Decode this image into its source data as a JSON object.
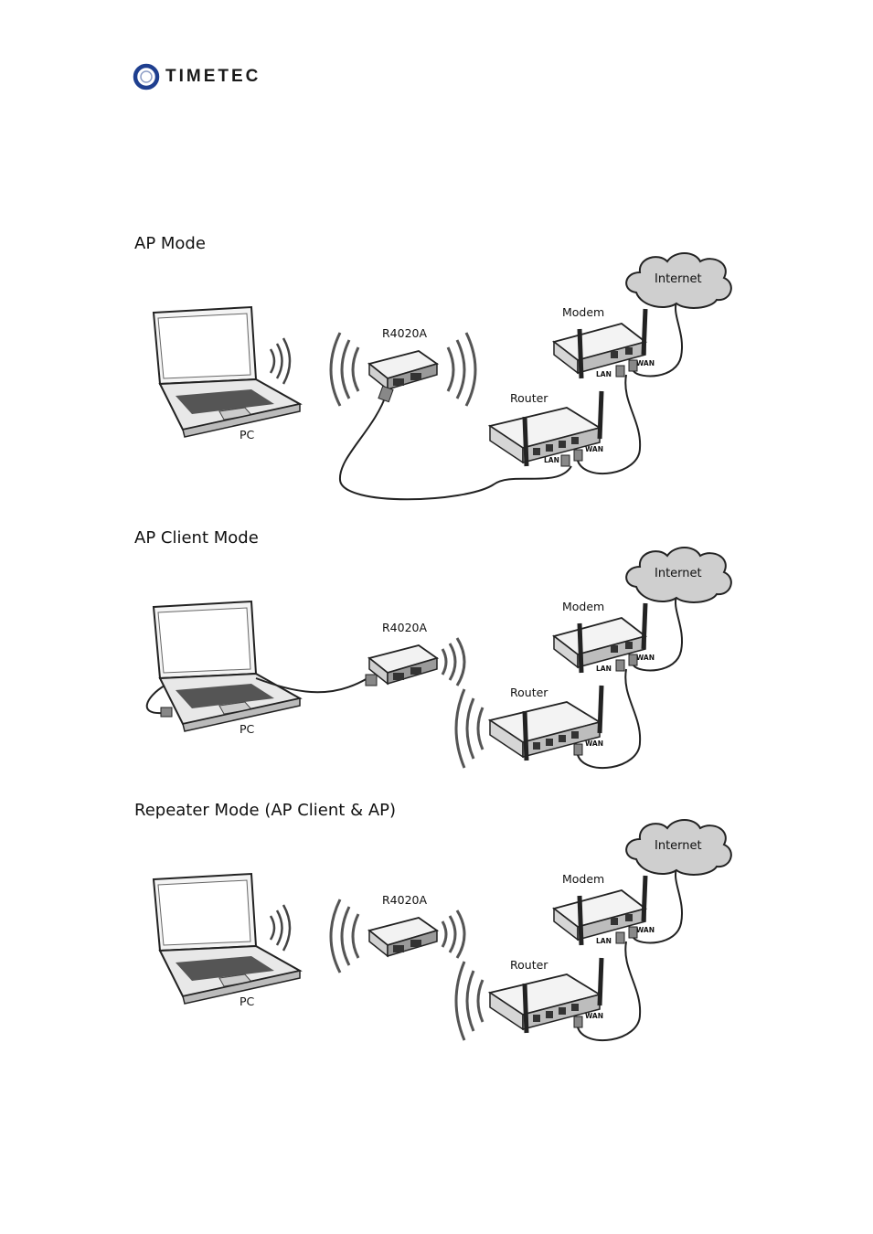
{
  "brand": {
    "name": "TIMETEC",
    "logo_icon": "ring-logo-icon",
    "color": "#1f3f8f"
  },
  "sections": [
    {
      "title": "AP Mode",
      "labels": {
        "pc": "PC",
        "device": "R4020A",
        "router": "Router",
        "modem": "Modem",
        "internet": "Internet",
        "router_lan": "LAN",
        "router_wan": "WAN",
        "modem_lan": "LAN",
        "modem_wan": "WAN"
      }
    },
    {
      "title": "AP Client Mode",
      "labels": {
        "pc": "PC",
        "device": "R4020A",
        "router": "Router",
        "modem": "Modem",
        "internet": "Internet",
        "router_wan": "WAN",
        "modem_lan": "LAN",
        "modem_wan": "WAN"
      }
    },
    {
      "title": "Repeater Mode (AP Client & AP)",
      "labels": {
        "pc": "PC",
        "device": "R4020A",
        "router": "Router",
        "modem": "Modem",
        "internet": "Internet",
        "router_wan": "WAN",
        "modem_lan": "LAN",
        "modem_wan": "WAN"
      }
    }
  ]
}
